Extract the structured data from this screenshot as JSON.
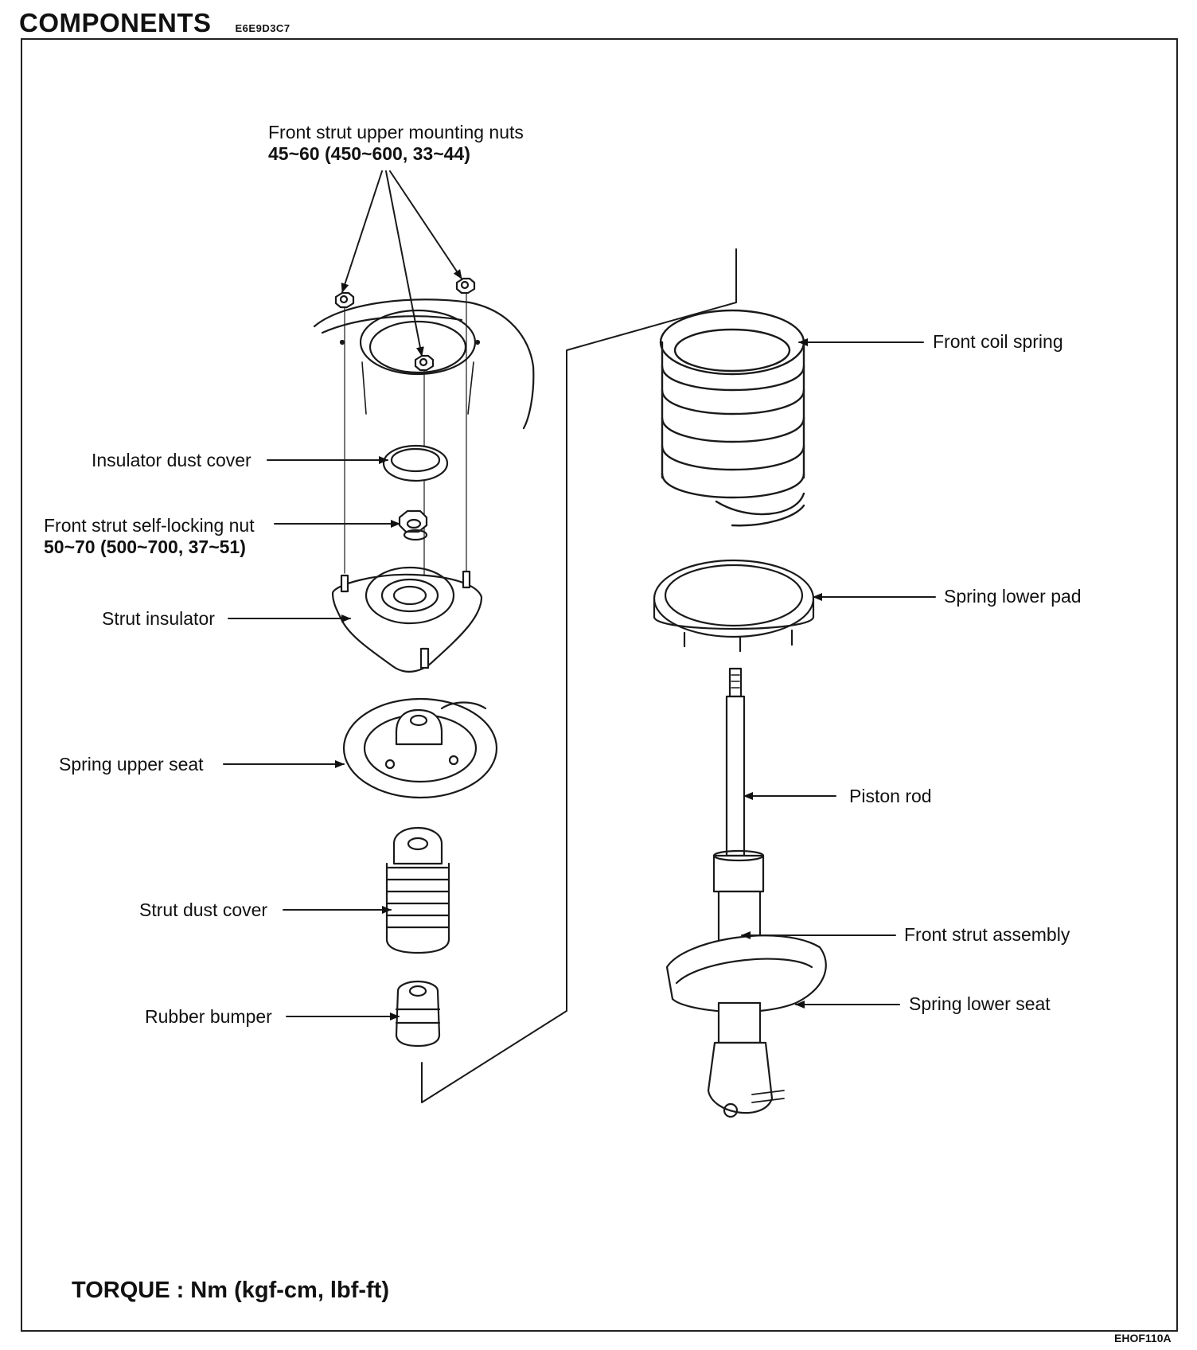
{
  "header": {
    "title": "COMPONENTS",
    "code": "E6E9D3C7"
  },
  "labels": {
    "upper_nuts": {
      "name": "Front strut upper mounting nuts",
      "torque": "45~60 (450~600, 33~44)"
    },
    "insulator_dust_cover": "Insulator dust cover",
    "self_locking_nut": {
      "name": "Front strut self-locking nut",
      "torque": "50~70 (500~700, 37~51)"
    },
    "strut_insulator": "Strut insulator",
    "spring_upper_seat": "Spring upper seat",
    "strut_dust_cover": "Strut dust cover",
    "rubber_bumper": "Rubber bumper",
    "front_coil_spring": "Front coil spring",
    "spring_lower_pad": "Spring lower pad",
    "piston_rod": "Piston rod",
    "front_strut_assembly": "Front strut assembly",
    "spring_lower_seat": "Spring lower seat"
  },
  "footer": {
    "torque_legend": "TORQUE : Nm (kgf-cm, lbf-ft)",
    "figure_code": "EHOF110A"
  }
}
